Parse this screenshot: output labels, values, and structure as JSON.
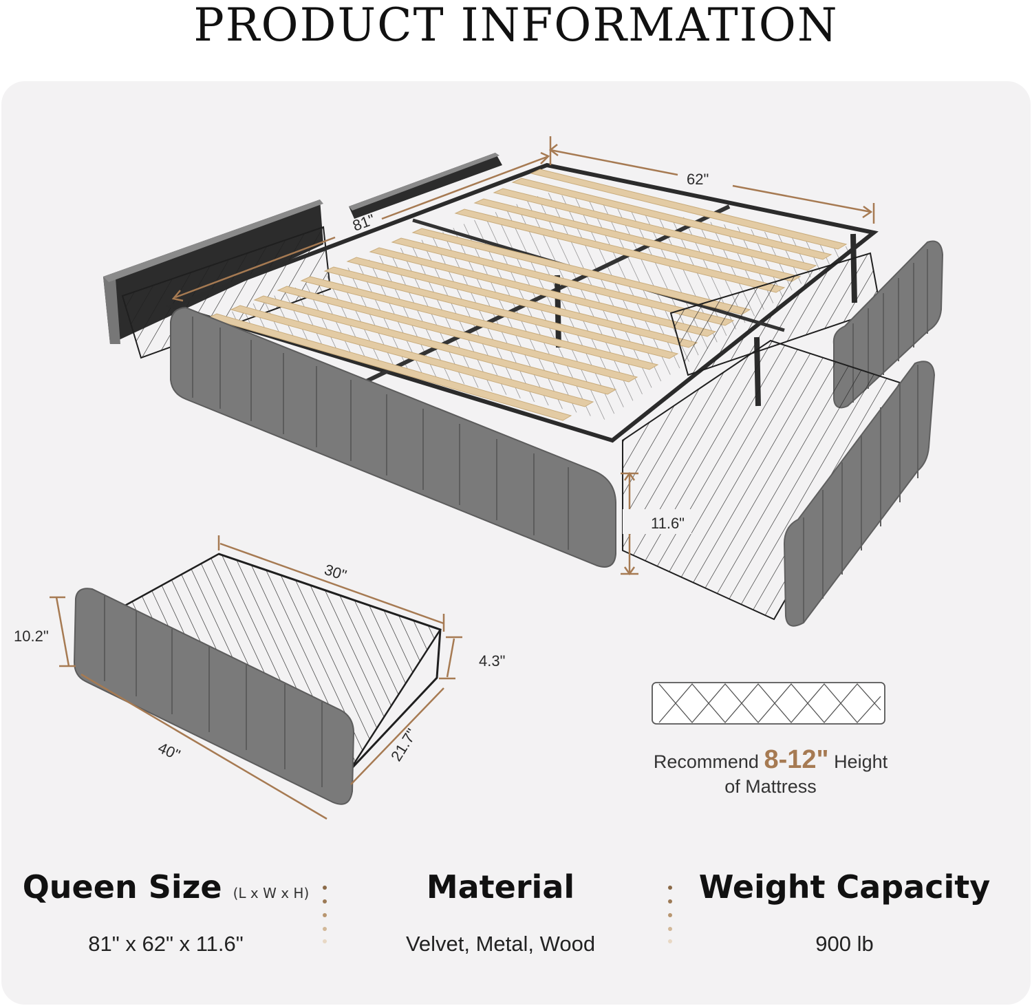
{
  "page": {
    "title": "PRODUCT INFORMATION"
  },
  "dimensions": {
    "bed_length": "81\"",
    "bed_width": "62\"",
    "bed_height": "11.6\"",
    "drawer_length": "30\"",
    "drawer_front_width": "40\"",
    "drawer_depth": "21.7\"",
    "drawer_front_height": "10.2\"",
    "drawer_basket_height": "4.3\""
  },
  "mattress": {
    "prefix": "Recommend",
    "highlight": "8-12\"",
    "suffix": "Height",
    "line2": "of Mattress"
  },
  "specs": [
    {
      "heading": "Queen Size",
      "note": "(L x W x H)",
      "value": "81\" x 62\" x 11.6\""
    },
    {
      "heading": "Material",
      "note": "",
      "value": "Velvet, Metal, Wood"
    },
    {
      "heading": "Weight Capacity",
      "note": "",
      "value": "900 lb"
    }
  ],
  "colors": {
    "accent": "#a67a52",
    "panel": "#f3f2f3",
    "upholstery": "#7a7a7a",
    "slat": "#e3cba4",
    "frame": "#2b2b2b"
  }
}
